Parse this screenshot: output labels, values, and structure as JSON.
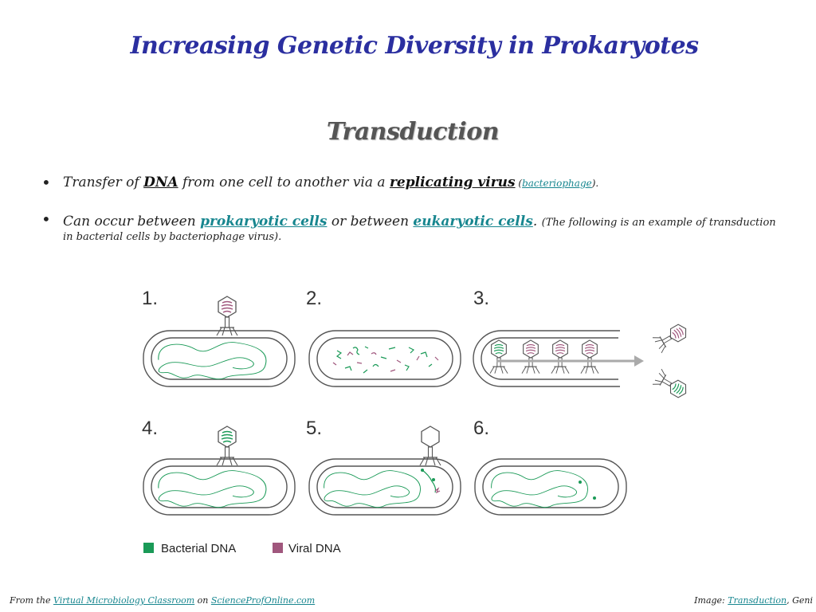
{
  "slide": {
    "title": "Increasing Genetic Diversity in Prokaryotes",
    "subtitle": "Transduction"
  },
  "bullets": {
    "b1": {
      "t1": "Transfer of ",
      "dna": "DNA",
      "t2": " from one cell to another via a ",
      "replicating_virus": "replicating virus",
      "t3": " (",
      "bacteriophage": "bacteriophage",
      "t4": ")."
    },
    "b2": {
      "t1": "Can occur between ",
      "prokaryotic": "prokaryotic cells",
      "t2": " or between ",
      "eukaryotic": "eukaryotic cells",
      "t3": ". ",
      "note": "(The following is an example of transduction in bacterial cells by bacteriophage virus)."
    }
  },
  "diagram": {
    "steps": [
      "1.",
      "2.",
      "3.",
      "4.",
      "5.",
      "6."
    ],
    "legend": {
      "bacterial": "Bacterial DNA",
      "viral": "Viral DNA"
    },
    "colors": {
      "bacterial": "#1a9a57",
      "viral": "#a0577d",
      "outline": "#555555"
    }
  },
  "footer": {
    "from": "From the ",
    "classroom": "Virtual Microbiology Classroom",
    "on": " on ",
    "site": "ScienceProfOnline.com",
    "image_label": "Image: ",
    "image_link": "Transduction",
    "image_tail": ", Geni"
  }
}
